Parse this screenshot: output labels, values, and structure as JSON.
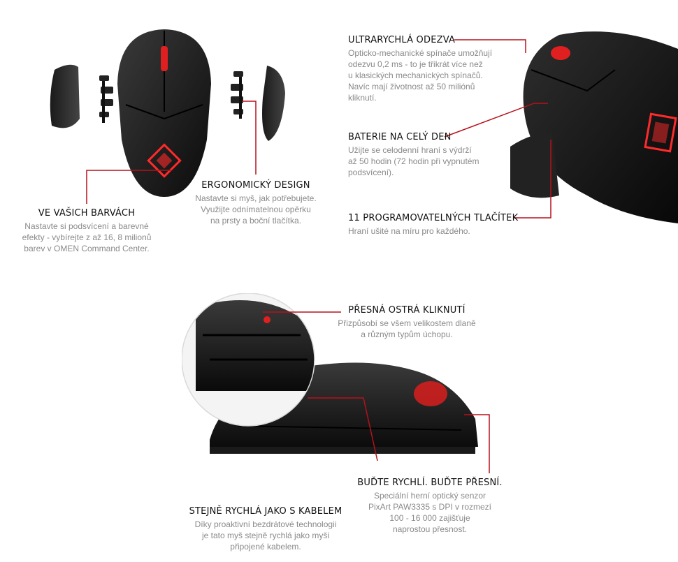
{
  "accent_color": "#b5121b",
  "features": {
    "colors": {
      "title": "VE VAŠICH BARVÁCH",
      "lines": [
        "Nastavte si podsvícení a barevné",
        "efekty - vybírejte z až 16, 8 milionů",
        "barev v OMEN Command Center."
      ]
    },
    "ergonomic": {
      "title": "ERGONOMICKÝ DESIGN",
      "lines": [
        "Nastavte si myš, jak potřebujete.",
        "Využijte odnímatelnou opěrku",
        "na prsty a boční tlačítka."
      ]
    },
    "response": {
      "title": "ULTRARYCHLÁ ODEZVA",
      "lines": [
        "Opticko-mechanické spínače umožňují",
        "odezvu 0,2 ms - to je třikrát více než",
        "u klasických mechanických spínačů.",
        "Navíc mají životnost až 50 miliónů",
        "kliknutí."
      ]
    },
    "battery": {
      "title": "BATERIE NA CELÝ DEN",
      "lines": [
        "Užijte se celodenní hraní s výdrží",
        "až 50 hodin (72 hodin při vypnutém",
        "podsvícení)."
      ]
    },
    "buttons": {
      "title": "11 PROGRAMOVATELNÝCH TLAČÍTEK",
      "lines": [
        "Hraní ušité na míru pro každého."
      ]
    },
    "clicks": {
      "title": "PŘESNÁ OSTRÁ KLIKNUTÍ",
      "lines": [
        "Přizpůsobí se všem velikostem dlaně",
        "a různým typům úchopu."
      ]
    },
    "fast": {
      "title": "BUĎTE RYCHLÍ. BUĎTE PŘESNÍ.",
      "lines": [
        "Speciální herní optický senzor",
        "PixArt PAW3335 s DPI v rozmezí",
        "100 - 16 000 zajišťuje",
        "naprostou přesnost."
      ]
    },
    "wireless": {
      "title": "STEJNĚ RYCHLÁ JAKO S KABELEM",
      "lines": [
        "Díky proaktivní bezdrátové technologii",
        "je tato myš stejně rychlá jako myši",
        "připojené kabelem."
      ]
    }
  }
}
